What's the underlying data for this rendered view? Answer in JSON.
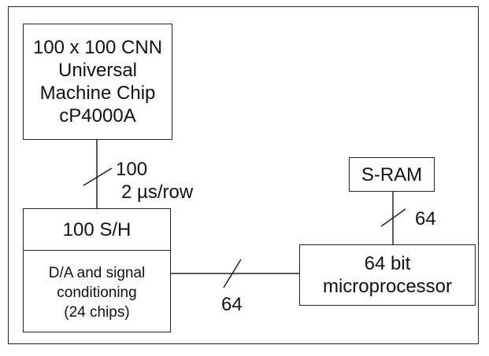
{
  "chip": {
    "line1": "100 x 100 CNN",
    "line2": "Universal",
    "line3": "Machine Chip",
    "line4": "cP4000A"
  },
  "sh_block": {
    "top": "100 S/H",
    "line1": "D/A and signal",
    "line2": "conditioning",
    "line3": "(24 chips)"
  },
  "sram": {
    "label": "S-RAM"
  },
  "micro": {
    "line1": "64 bit",
    "line2": "microprocessor"
  },
  "links": {
    "chip_to_sh": {
      "count": "100",
      "rate": "2 µs/row"
    },
    "sh_to_micro": {
      "count": "64"
    },
    "sram_to_micro": {
      "count": "64"
    }
  }
}
